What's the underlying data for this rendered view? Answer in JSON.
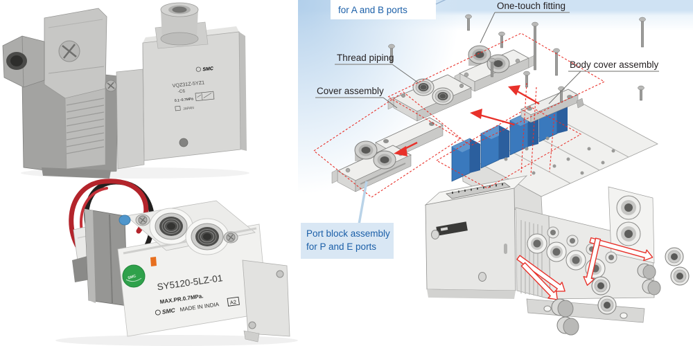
{
  "photos": {
    "vqz": {
      "model": "VQZ31Z-5YZ1",
      "model2": "-C6",
      "pressure": "0.1~0.7MPa",
      "brand": "SMC",
      "origin": "JAPAN"
    },
    "sy": {
      "model": "SY5120-5LZ-01",
      "pressure": "MAX.PR.0.7MPa.",
      "brand": "SMC",
      "made_in": "MADE IN INDIA",
      "code": "A2",
      "sticker_brand": "SMC"
    }
  },
  "diagram": {
    "callouts": {
      "ab": "for A and B ports",
      "one_touch": "One-touch fitting",
      "thread": "Thread piping",
      "cover": "Cover assembly",
      "body_cover": "Body cover assembly",
      "pe_line1": "Port block assembly",
      "pe_line2": "for P and E ports"
    },
    "colors": {
      "diagram_red": "#e8312a",
      "callout_blue": "#1b5fa8",
      "valve_blue": "#3a79bd",
      "pe_box_bg": "#d9e7f4"
    }
  }
}
